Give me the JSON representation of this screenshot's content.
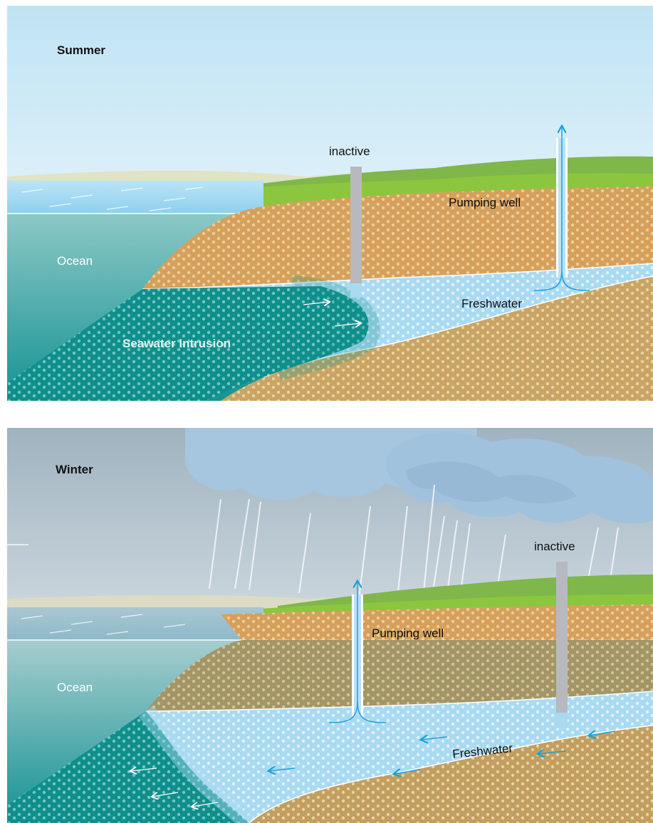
{
  "summer": {
    "season": "Summer",
    "ocean": "Ocean",
    "inactive_well": "inactive",
    "pumping_well": "Pumping well",
    "freshwater": "Freshwater",
    "intrusion": "Seawater Intrusion"
  },
  "winter": {
    "season": "Winter",
    "ocean": "Ocean",
    "inactive_well": "inactive",
    "pumping_well": "Pumping well",
    "freshwater": "Freshwater"
  },
  "colors": {
    "sky_summer_top": "#bfe3f4",
    "sky_winter_top": "#9fb3c0",
    "ocean": "#2a9a9a",
    "sand": "#dcab62",
    "freshwater": "#b9e2f5",
    "grass": "#8cc63f",
    "arrow": "#1aa3dc"
  }
}
